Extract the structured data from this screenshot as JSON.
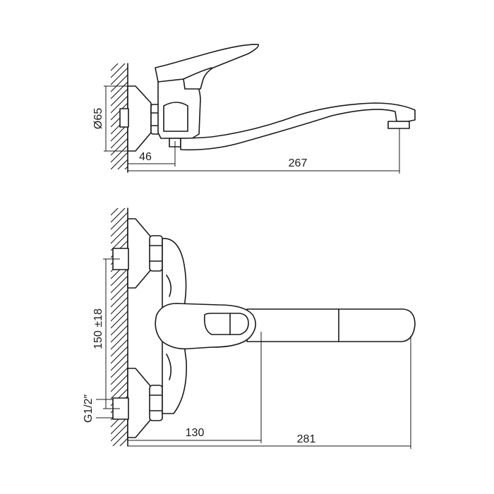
{
  "top_view": {
    "dim_diameter": "Ø65",
    "dim_depth": "46",
    "dim_reach": "267"
  },
  "front_view": {
    "dim_center_distance": "150 ±18",
    "dim_thread": "G1/2″",
    "dim_body": "130",
    "dim_spout": "281"
  }
}
